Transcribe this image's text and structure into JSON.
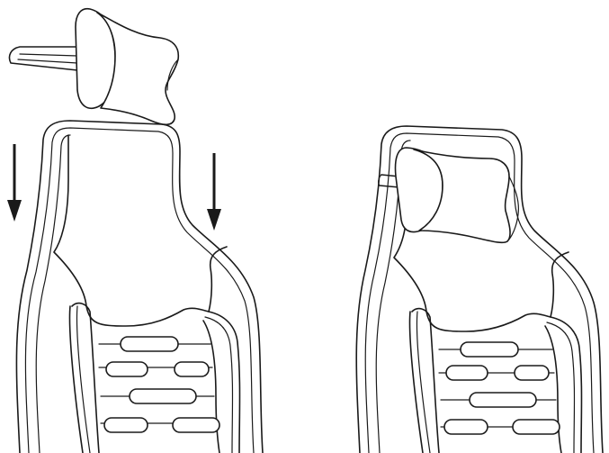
{
  "diagram": {
    "panels": [
      {
        "state": "headrest-detached",
        "arrows": 2
      },
      {
        "state": "headrest-attached",
        "arrows": 0
      }
    ],
    "ink_color": "#1a1a1a",
    "background_color": "#ffffff"
  }
}
